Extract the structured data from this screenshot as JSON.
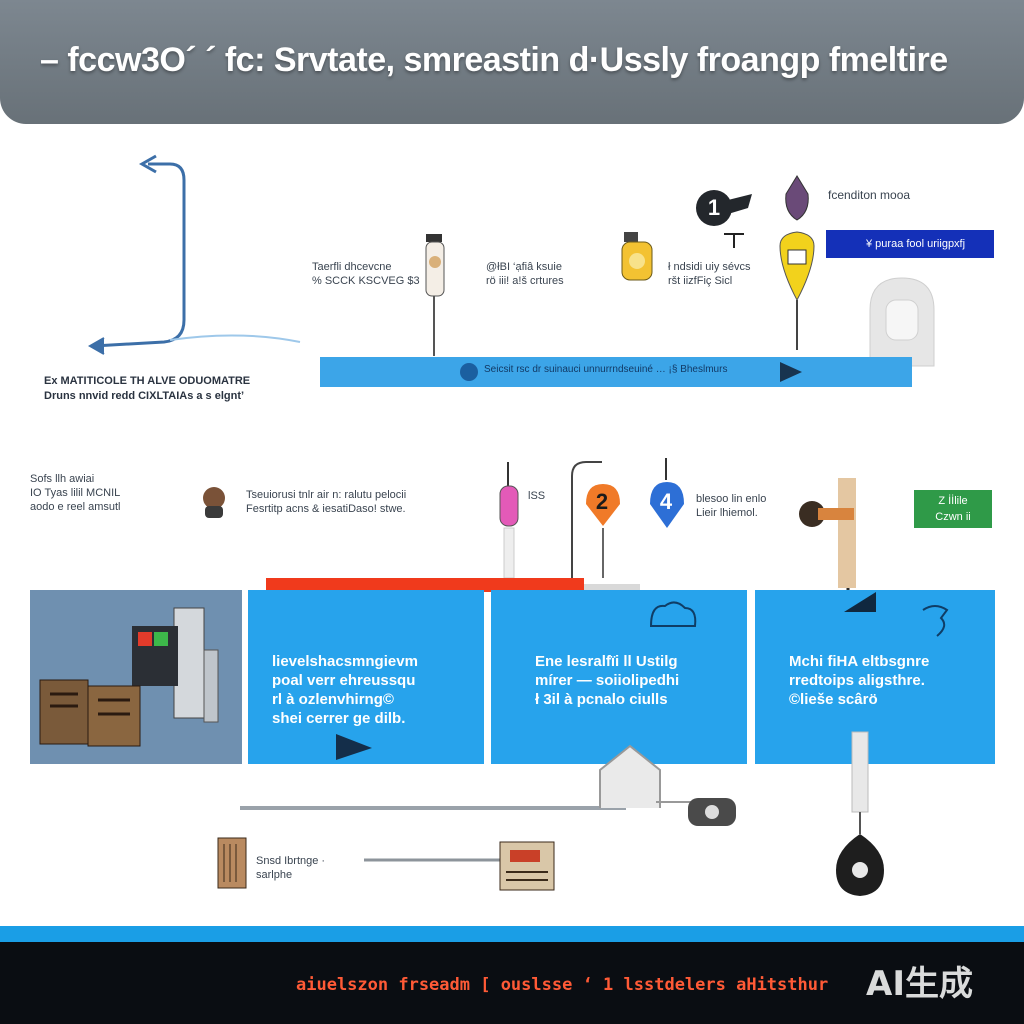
{
  "header": {
    "title": "– fccw3O´ ´ fc: Srvtate, smreastin d·Ussly froangp  fmeltire"
  },
  "row1": {
    "top_right_label": "fcenditon mooa",
    "blue_tag": "¥ puraa fool uriigpxfj",
    "label_a": [
      "Taerfli dhcevcne",
      "% SCCK KSCVEG $3"
    ],
    "label_b": [
      "@łBI ‘ạfiâ ksuie",
      "rö iii! a!š crtures"
    ],
    "label_c": [
      "ł ndsidi uiy sévcs",
      "ršt iizfFiç Sicl"
    ],
    "bar_text": "Seicsit rsc dr suinauci unnurrndseuiné … ¡§  Bheslmurs",
    "left_note": [
      "Ex MATITICOLE TH ALVE ODUOMATRE",
      "Druns nnvid redd CIXLTAIAs a s elgnt’"
    ],
    "step1": "1"
  },
  "row2": {
    "left_note": [
      "Sofs llh awiai",
      "IO Tyas lilil MCNIL",
      "aodo e reel amsutl"
    ],
    "mid_note": [
      "Tseuiorusi tnlr air n: ralutu pelocii",
      "Fesrtitp acns & iesatiDaso! stwe."
    ],
    "pin_label": "lSS",
    "step2": "2",
    "step4": "4",
    "right_note": [
      "blesoo lin enlo",
      "Lieir lhiemol."
    ],
    "green_tag": [
      "Z İİlile",
      "Czwn ii"
    ]
  },
  "panels": [
    {
      "lines": [
        "lievelshacsmngievm",
        "poal verr ehreussqu",
        "rl à ozlenvhirng©",
        "shei cerrer ge dilb."
      ]
    },
    {
      "lines": [
        "Ene lesralfïi ll Ustilg",
        "mírer — soiiolipedhi",
        "ł 3il à pcnalo ciulls"
      ]
    },
    {
      "lines": [
        "Mchi fiHA eltbsgnre",
        "rredtoips aligsthre.",
        "©lieše scârö"
      ]
    }
  ],
  "bottom_note": [
    "Snsd Ibrtnge ·",
    "sarlphe"
  ],
  "footer": {
    "text": "aiuelszon  frseadm  [ ouslsse ‘ 1 lsstdelers  aHitsthur",
    "watermark": "AI生成"
  },
  "colors": {
    "header": "#6f7880",
    "panel_blue": "#27a3ec",
    "bar_blue": "#3ca5e8",
    "red_bar": "#f03a1c",
    "step_orange": "#f07a28",
    "step_blue": "#2d6fd6",
    "tag_navy": "#1430b8",
    "tag_green": "#2f9a48",
    "footer": "#0a0d12"
  }
}
